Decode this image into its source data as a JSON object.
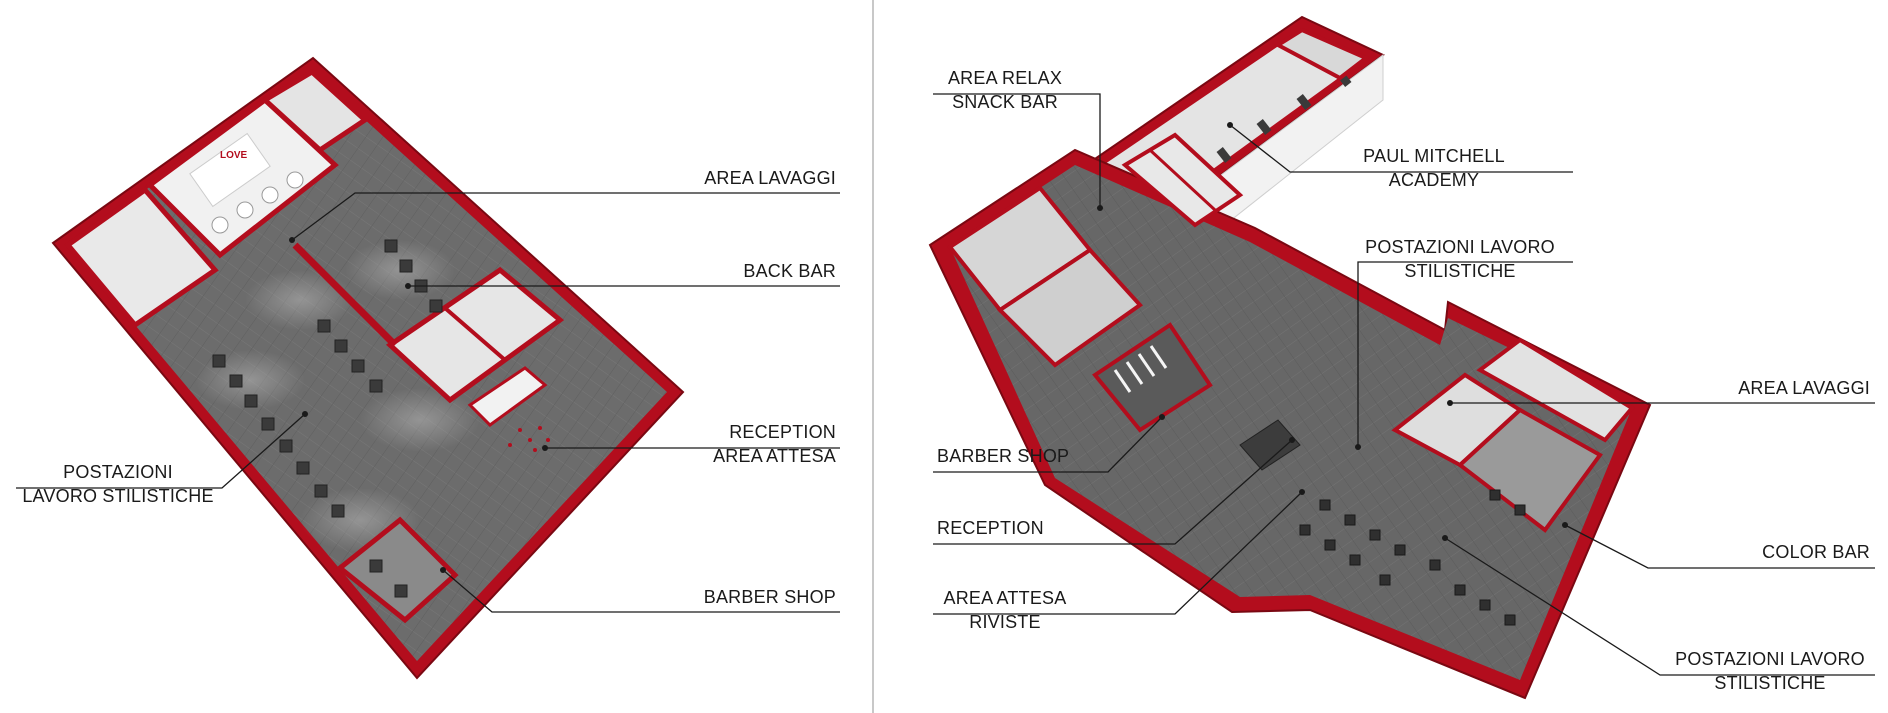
{
  "colors": {
    "wall_red": "#b30d1d",
    "wall_red_dark": "#7a0812",
    "floor_gray": "#6c6c6c",
    "interior_white": "#e8e8e8",
    "divider": "#c8c8c8"
  },
  "left_plan": {
    "labels": {
      "area_lavaggi": "AREA LAVAGGI",
      "back_bar": "BACK BAR",
      "reception_1": "RECEPTION",
      "reception_2": "AREA ATTESA",
      "postazioni_1": "POSTAZIONI",
      "postazioni_2": "LAVORO STILISTICHE",
      "barber_shop": "BARBER SHOP"
    },
    "sign_text": "LOVE"
  },
  "right_plan": {
    "labels": {
      "area_relax_1": "AREA RELAX",
      "area_relax_2": "SNACK BAR",
      "paul_mitchell_1": "PAUL MITCHELL",
      "paul_mitchell_2": "ACADEMY",
      "postazioni_top_1": "POSTAZIONI LAVORO",
      "postazioni_top_2": "STILISTICHE",
      "area_lavaggi": "AREA LAVAGGI",
      "barber_shop": "BARBER SHOP",
      "reception": "RECEPTION",
      "color_bar": "COLOR BAR",
      "area_attesa_1": "AREA ATTESA",
      "area_attesa_2": "RIVISTE",
      "postazioni_bottom_1": "POSTAZIONI LAVORO",
      "postazioni_bottom_2": "STILISTICHE"
    }
  }
}
